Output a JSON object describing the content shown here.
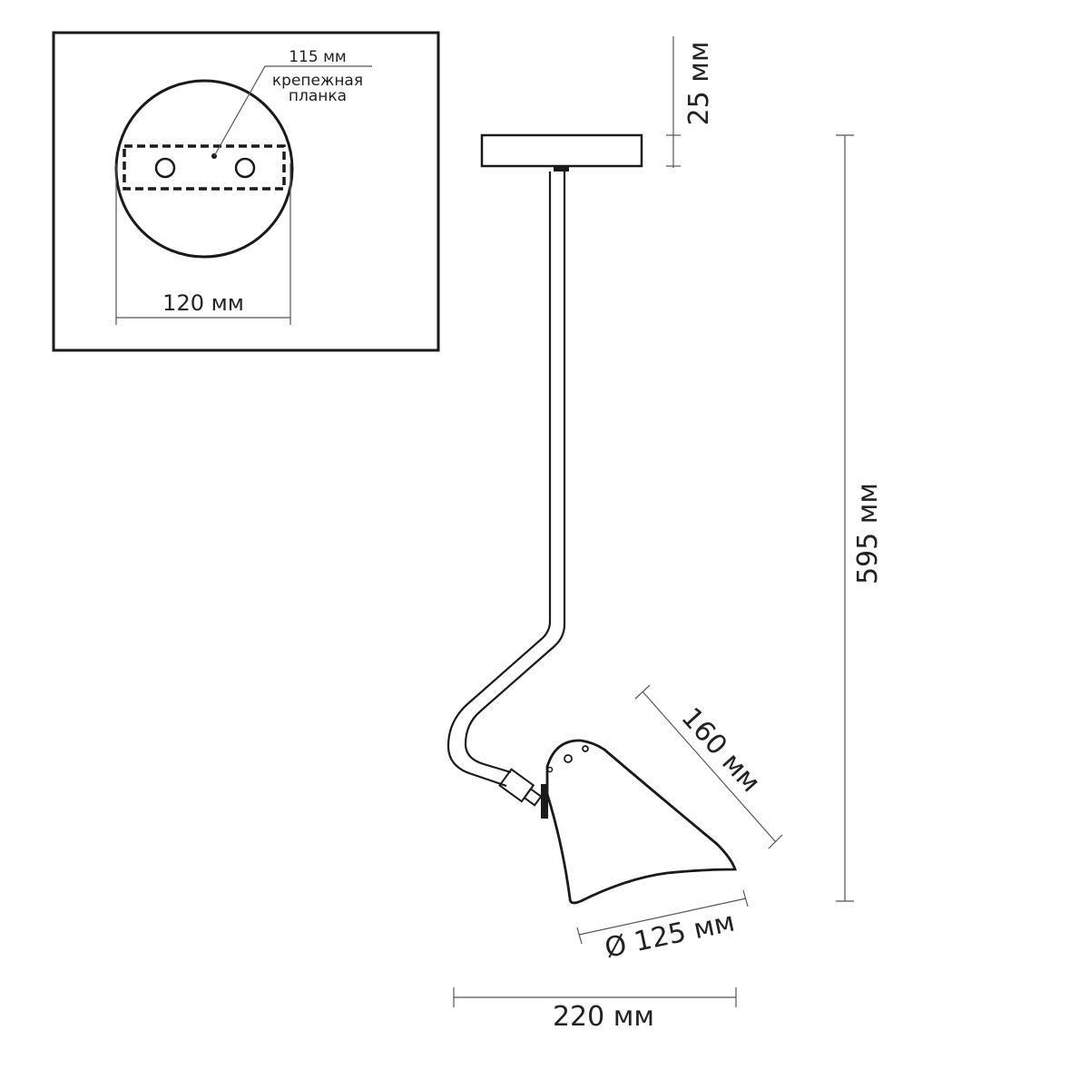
{
  "inset": {
    "strip_width_label": "115 мм",
    "strip_name_line1": "крепежная",
    "strip_name_line2": "планка",
    "canopy_diameter_label": "120 мм"
  },
  "dimensions": {
    "canopy_height": "25 мм",
    "total_height": "595 мм",
    "shade_length": "160 мм",
    "shade_diameter": "Ø 125 мм",
    "total_width": "220 мм"
  },
  "colors": {
    "line": "#1a1a1a",
    "text": "#222222",
    "background": "#ffffff"
  }
}
